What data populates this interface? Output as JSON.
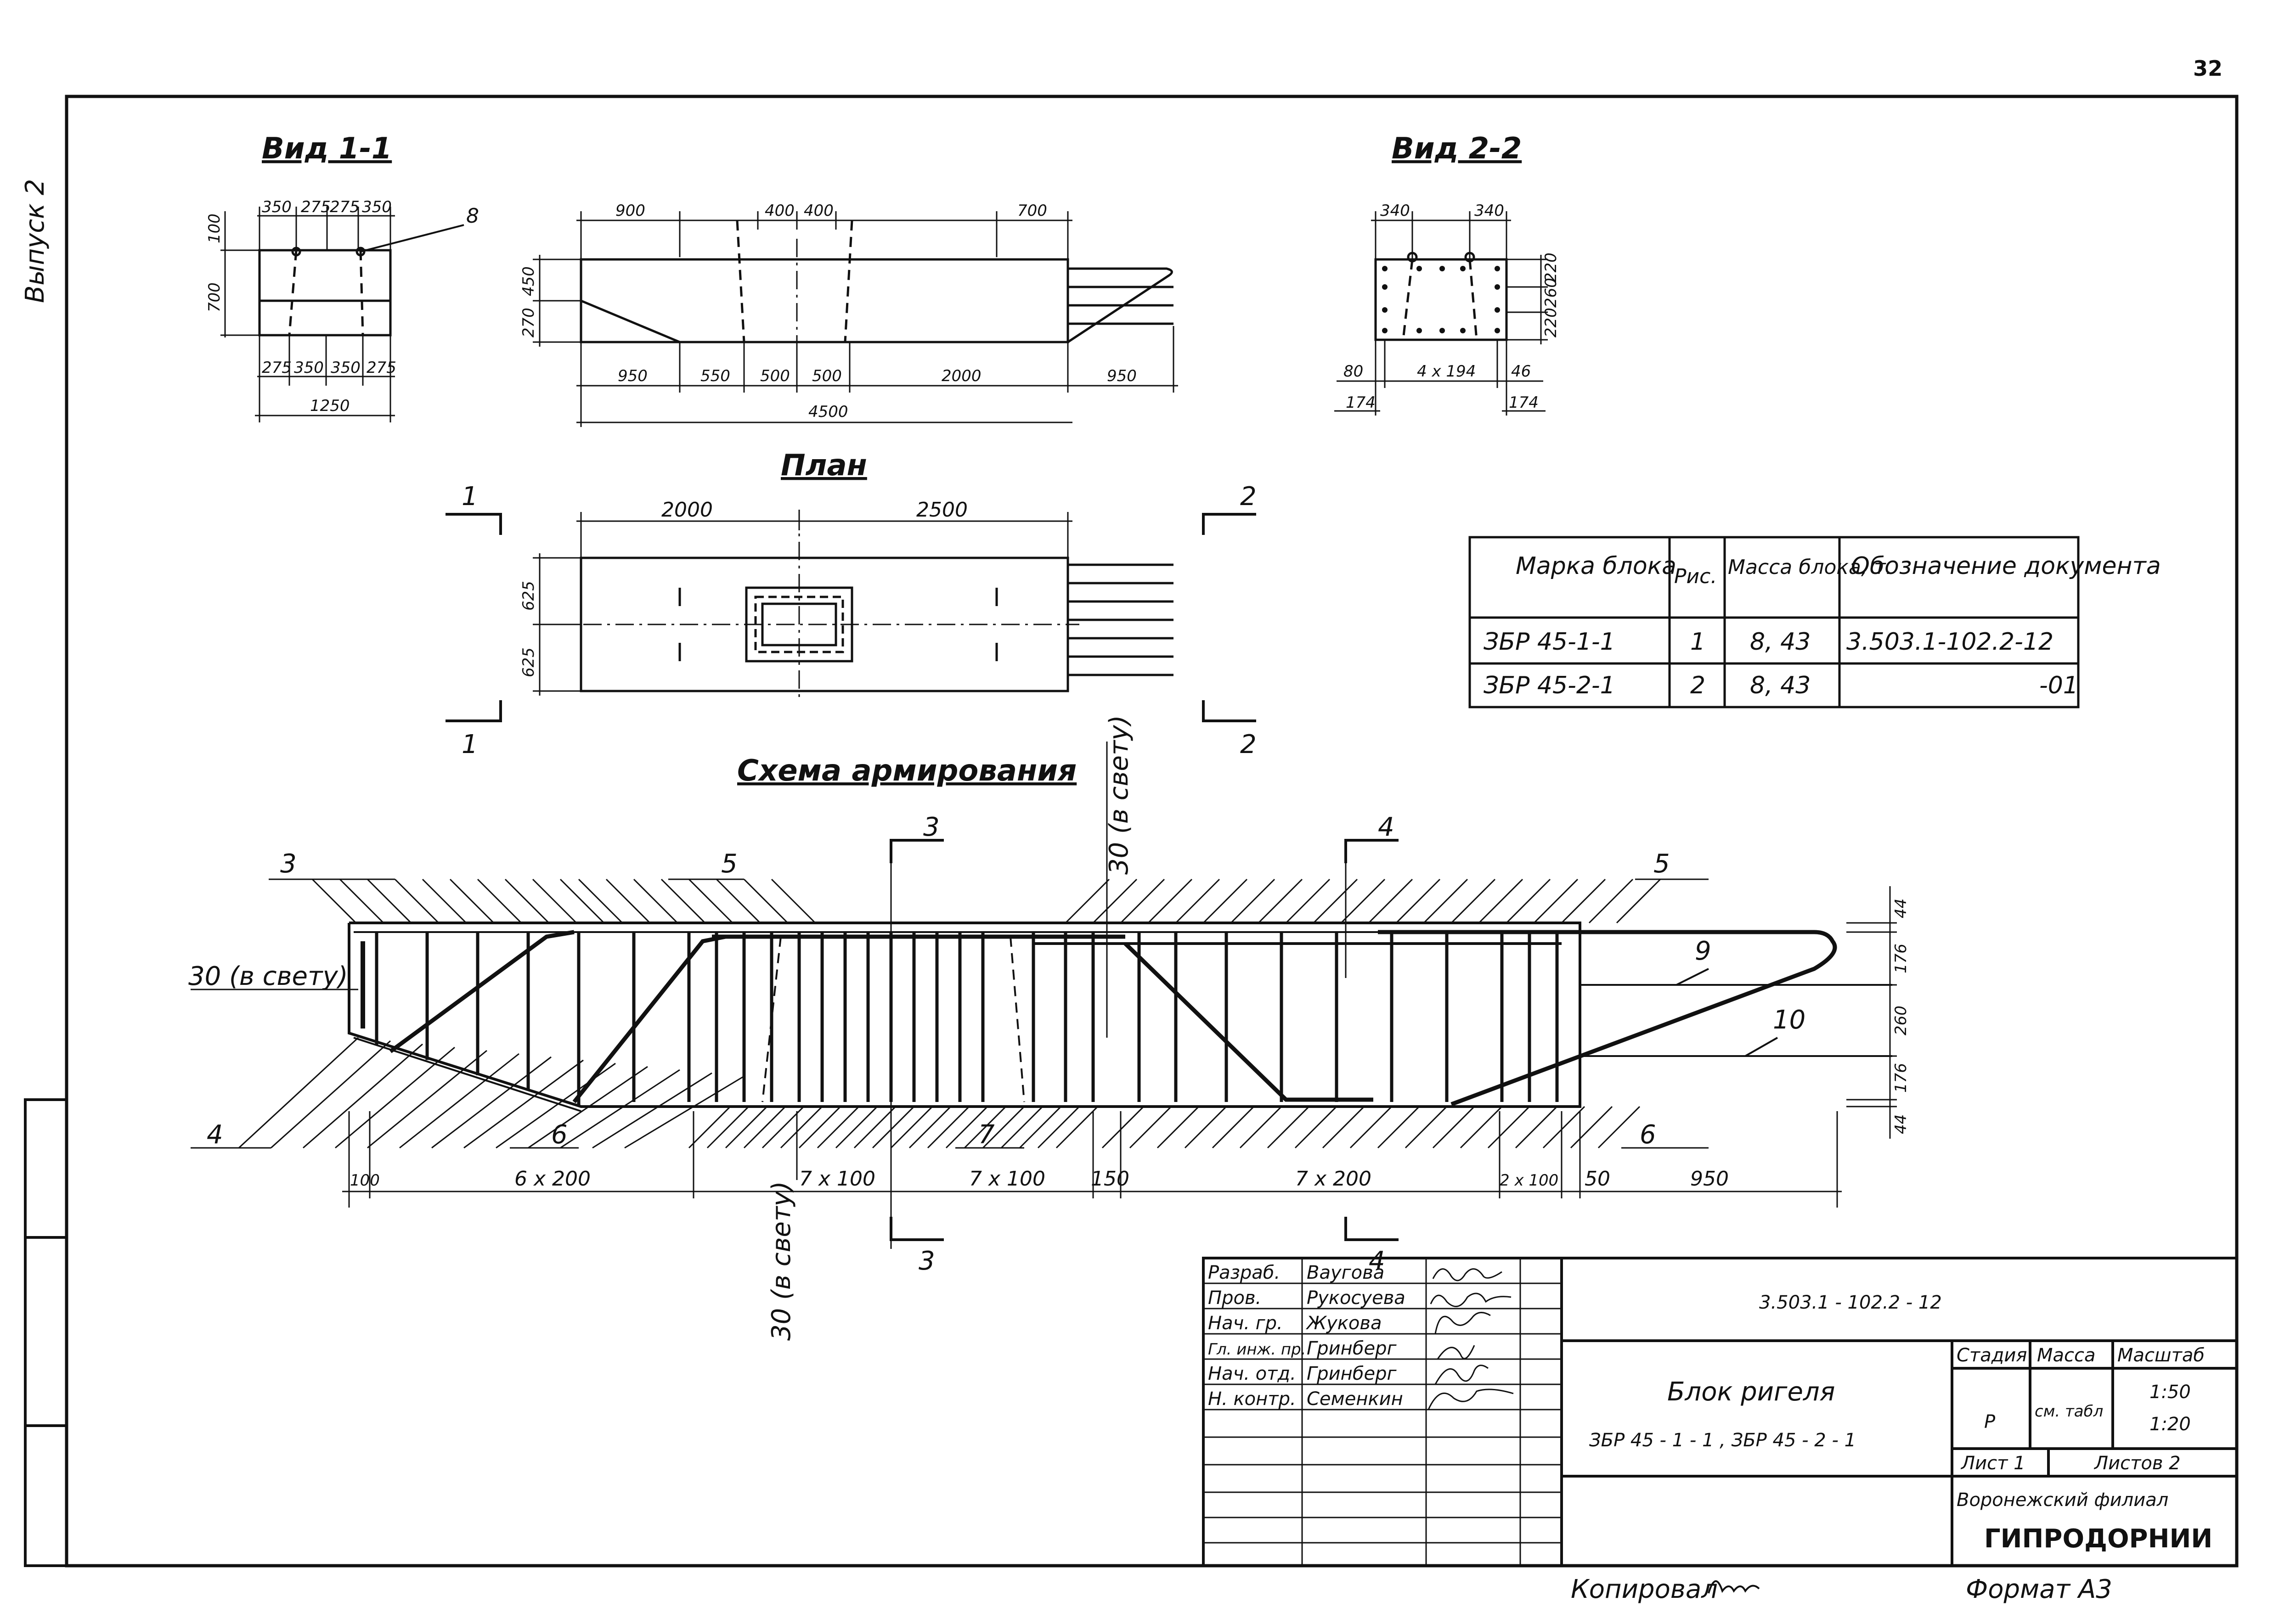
{
  "page_number": "32",
  "margin_note": "Выпуск 2",
  "views": {
    "view11_title": "Вид 1-1",
    "view22_title": "Вид 2-2",
    "plan_title": "План",
    "scheme_title": "Схема армирования"
  },
  "view11": {
    "top_dims": [
      "350",
      "275",
      "275",
      "350"
    ],
    "bottom_dims": [
      "275",
      "350",
      "350",
      "275"
    ],
    "total": "1250",
    "left_dims": [
      "100",
      "700"
    ],
    "callout": "8"
  },
  "elevation": {
    "top_dims": [
      "900",
      "400",
      "400",
      "700"
    ],
    "left_dims": [
      "450",
      "270"
    ],
    "bottom_dims": [
      "950",
      "550",
      "500",
      "500",
      "2000",
      "950"
    ],
    "total": "4500"
  },
  "view22": {
    "top_dims": [
      "340",
      "340"
    ],
    "bottom_dims": [
      "80",
      "4 x 194",
      "46"
    ],
    "sub_dims": [
      "174",
      "174"
    ],
    "right_dims": [
      "220",
      "260",
      "220"
    ]
  },
  "plan": {
    "top_dims": [
      "2000",
      "2500"
    ],
    "left_dims": [
      "625",
      "625"
    ],
    "section_marks": [
      "1",
      "1",
      "2",
      "2"
    ]
  },
  "scheme": {
    "callouts": [
      "3",
      "5",
      "5",
      "9",
      "10",
      "4",
      "6",
      "7",
      "6"
    ],
    "section_marks": [
      "3",
      "3",
      "4",
      "4"
    ],
    "clear_labels": [
      "30 (в свету)",
      "30 (в свету)",
      "30 (в свету)"
    ],
    "bottom_dims": [
      "100",
      "6 x 200",
      "7 x 100",
      "7 x 100",
      "150",
      "7 x 200",
      "2 x 100",
      "50",
      "950"
    ],
    "right_dims": [
      "44",
      "176",
      "260",
      "176",
      "44"
    ]
  },
  "table": {
    "headers": [
      "Марка блока",
      "Рис.",
      "Масса блока, т.",
      "Обозначение документа"
    ],
    "rows": [
      [
        "ЗБР 45-1-1",
        "1",
        "8, 43",
        "3.503.1-102.2-12"
      ],
      [
        "ЗБР 45-2-1",
        "2",
        "8, 43",
        "-01"
      ]
    ]
  },
  "title_block": {
    "people": [
      {
        "role": "Разраб.",
        "name": "Ваугова"
      },
      {
        "role": "Пров.",
        "name": "Рукосуева"
      },
      {
        "role": "Нач. гр.",
        "name": "Жукова"
      },
      {
        "role": "Гл. инж. пр.",
        "name": "Гринберг"
      },
      {
        "role": "Нач. отд.",
        "name": "Гринберг"
      },
      {
        "role": "Н. контр.",
        "name": "Семенкин"
      }
    ],
    "doc_code": "3.503.1 - 102.2 - 12",
    "title": "Блок ригеля",
    "subtitle": "ЗБР 45 - 1 - 1 ,  ЗБР 45 - 2 - 1",
    "stage_label": "Стадия",
    "mass_label": "Масса",
    "scale_label": "Масштаб",
    "stage": "Р",
    "mass": "см. табл",
    "scales": [
      "1:50",
      "1:20"
    ],
    "sheet": "Лист 1",
    "sheets": "Листов 2",
    "org": "Воронежский филиал",
    "org_name": "ГИПРОДОРНИИ"
  },
  "footer": {
    "copied": "Копировал",
    "format": "Формат А3"
  }
}
